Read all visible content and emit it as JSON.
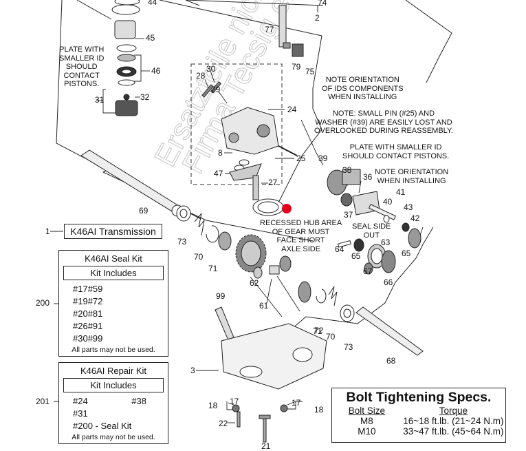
{
  "parts": [
    "44",
    "45",
    "46",
    "31",
    "32",
    "30",
    "28",
    "29",
    "24",
    "8",
    "47",
    "27",
    "25",
    "39",
    "38",
    "36",
    "40",
    "41",
    "43",
    "42",
    "37",
    "63",
    "65",
    "64",
    "67",
    "66",
    "69",
    "73",
    "70",
    "71",
    "62",
    "61",
    "72",
    "68",
    "99",
    "3",
    "17",
    "18",
    "22",
    "21",
    "74",
    "2",
    "77",
    "79",
    "75"
  ],
  "notes": {
    "plate_id": [
      "PLATE WITH",
      "SMALLER ID",
      "SHOULD",
      "CONTACT",
      "PISTONS."
    ],
    "ids_orientation": [
      "NOTE ORIENTATION",
      "OF IDS COMPONENTS",
      "WHEN INSTALLING"
    ],
    "small_pin": [
      "NOTE: SMALL PIN (#25) AND",
      "WASHER (#39) ARE EASILY LOST AND",
      "OVERLOOKED DURING REASSEMBLY."
    ],
    "plate_id_2": [
      "PLATE WITH SMALLER ID",
      "SHOULD CONTACT PISTONS."
    ],
    "orientation": [
      "NOTE ORIENTATION",
      "WHEN INSTALLING"
    ],
    "hub": [
      "RECESSED HUB AREA",
      "OF GEAR MUST",
      "FACE SHORT",
      "AXLE SIDE"
    ],
    "seal": [
      "SEAL SIDE",
      "OUT"
    ]
  },
  "watermark": [
    "Ersatzteile nicht",
    "Firma Tecsig erh"
  ],
  "callouts": {
    "transmission": "1",
    "seal_kit": "200",
    "repair_kit": "201"
  },
  "transmission": {
    "title": "K46AI Transmission"
  },
  "seal_kit": {
    "title": "K46AI Seal Kit",
    "subtitle": "Kit Includes",
    "rows": [
      [
        "#17",
        "#59"
      ],
      [
        "#19",
        "#72"
      ],
      [
        "#20",
        "#81"
      ],
      [
        "#26",
        "#91"
      ],
      [
        "#30",
        "#99"
      ]
    ],
    "footer": "All parts may not be used."
  },
  "repair_kit": {
    "title": "K46AI Repair Kit",
    "subtitle": "Kit Includes",
    "rows": [
      [
        "#24",
        "#38"
      ],
      [
        "#31",
        ""
      ],
      [
        "#200 - Seal Kit",
        ""
      ]
    ],
    "footer": "All parts may not be used."
  },
  "specs": {
    "title": "Bolt Tightening Specs.",
    "headers": [
      "Bolt Size",
      "Torque"
    ],
    "rows": [
      [
        "M8",
        "16~18 ft.lb. (21~24 N.m)"
      ],
      [
        "M10",
        "33~47 ft.lb. (45~64 N.m)"
      ]
    ]
  },
  "colors": {
    "marker": "#e3001b",
    "ink": "#222222",
    "watermark": "#c8c8c8"
  }
}
